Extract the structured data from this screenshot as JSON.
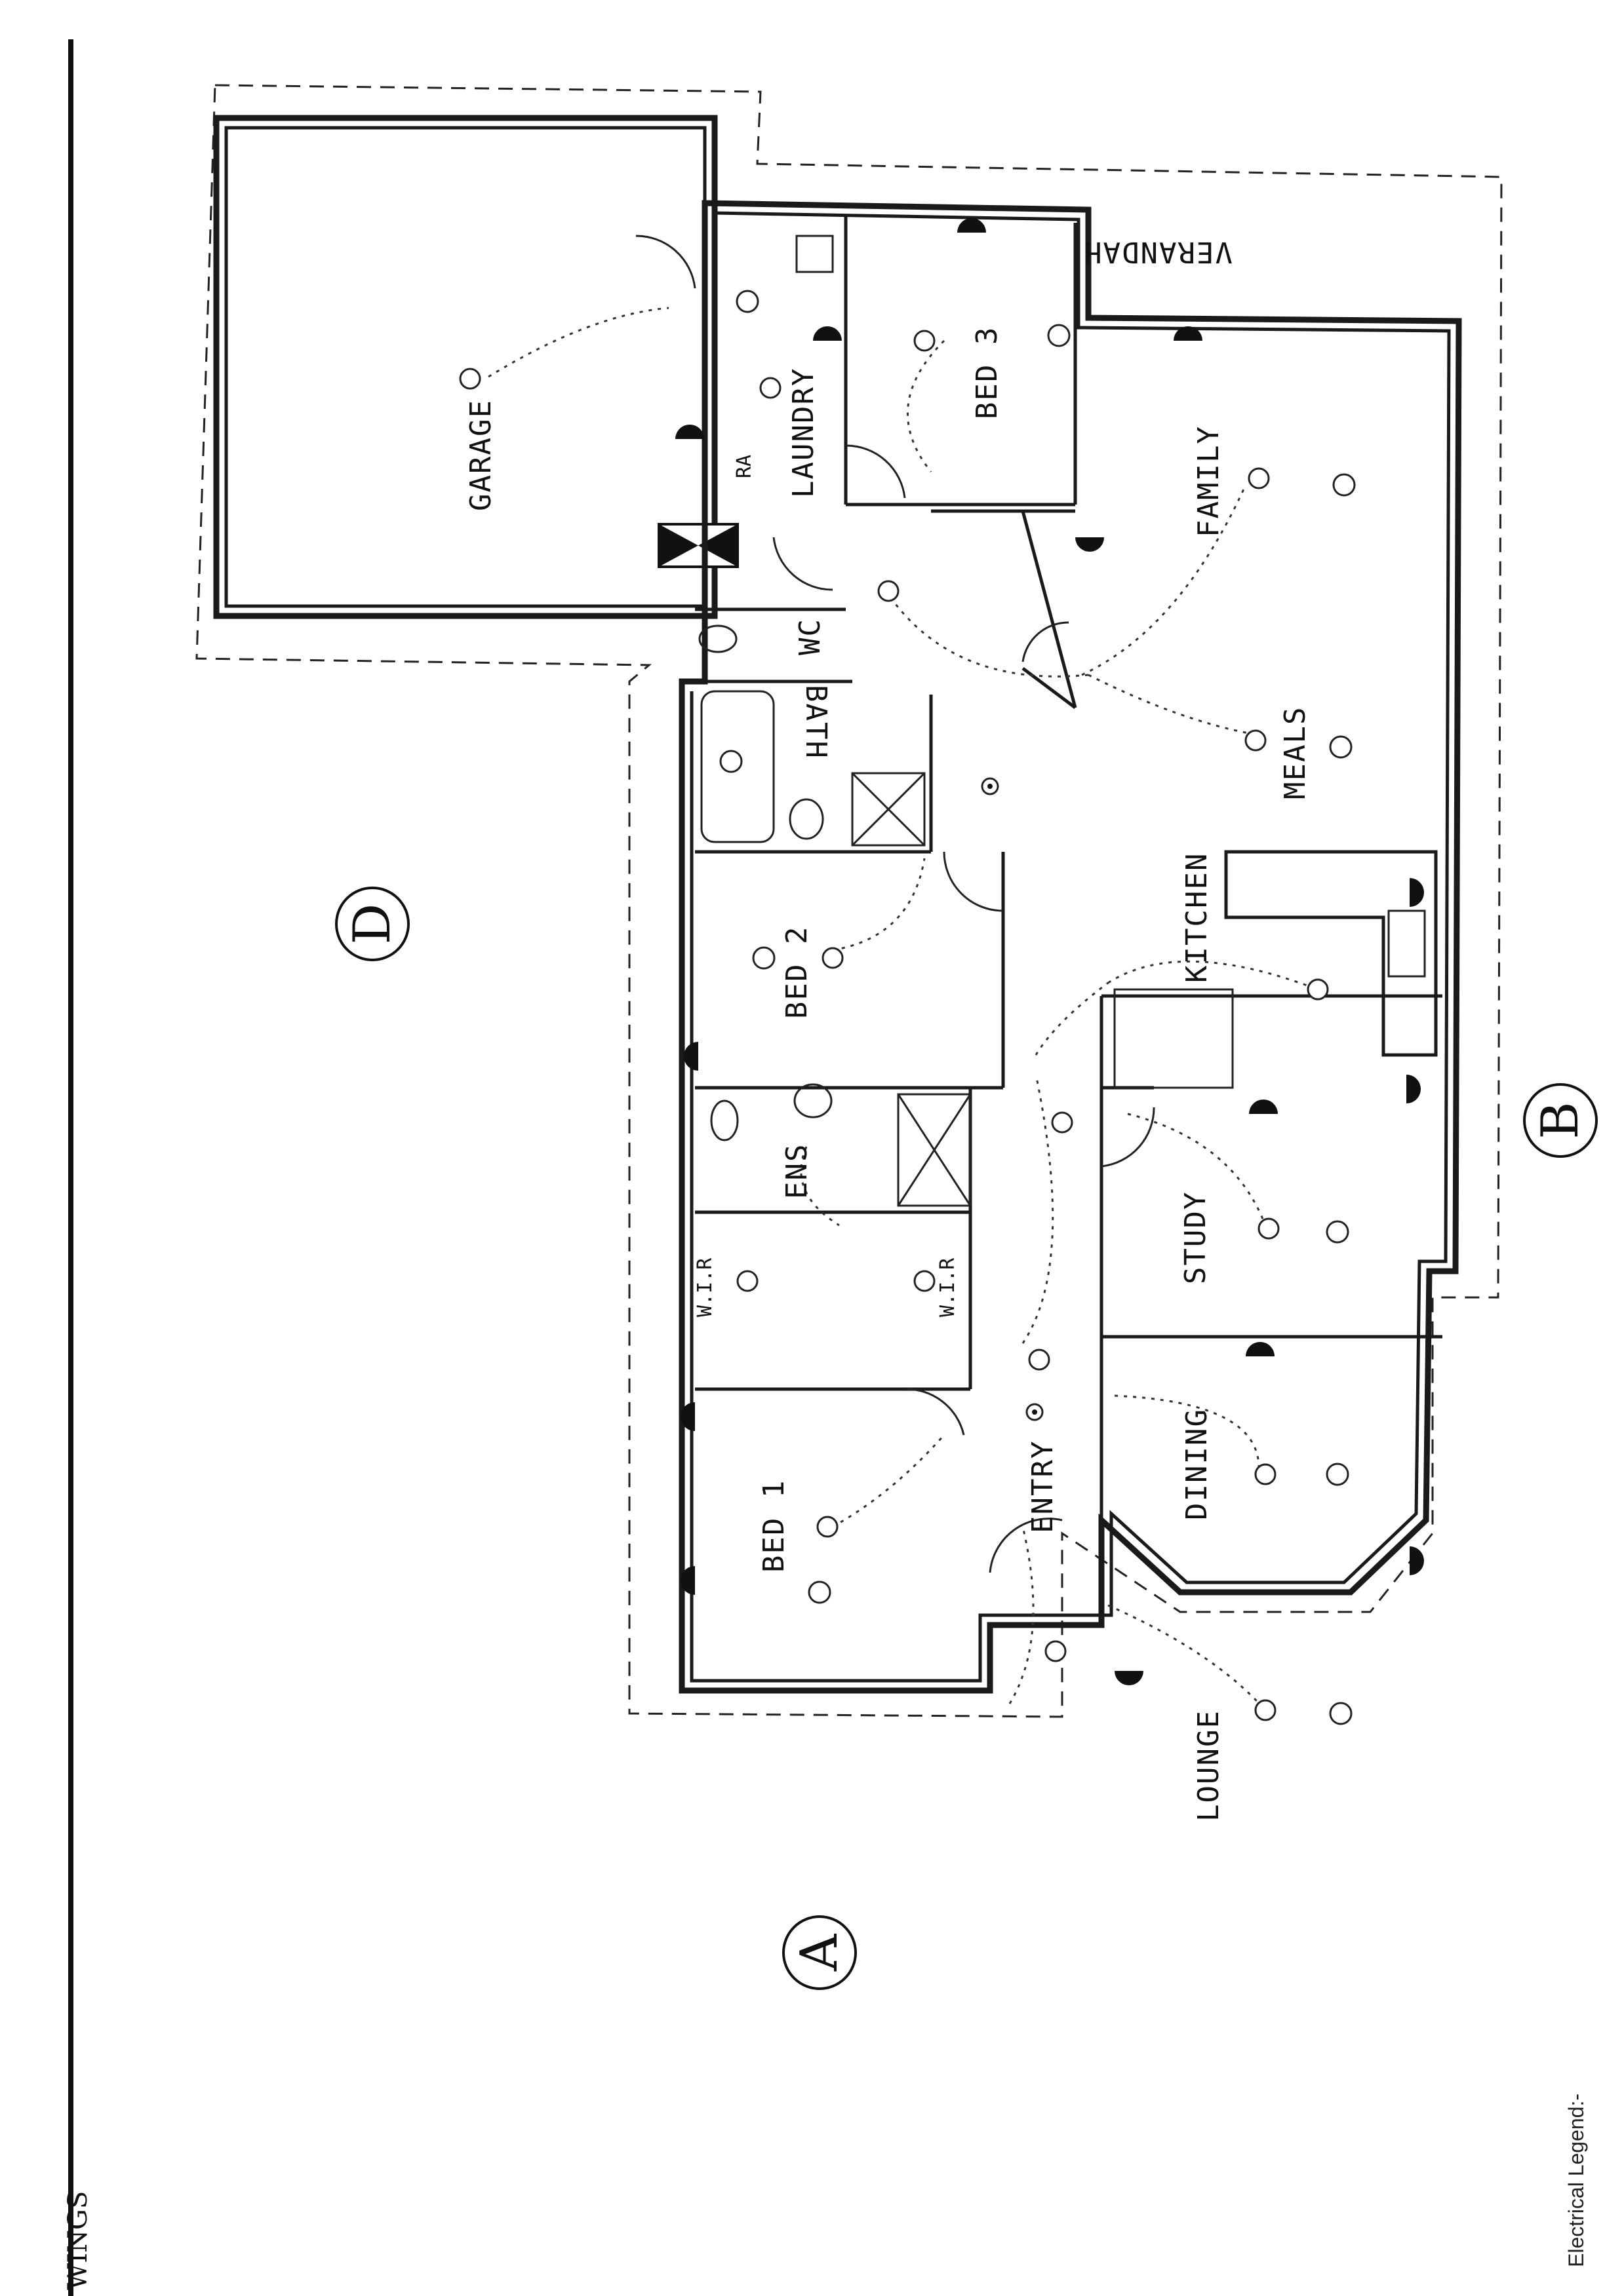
{
  "rooms": {
    "garage": "GARAGE",
    "laundry": "LAUNDRY",
    "bed3": "BED 3",
    "family": "FAMILY",
    "wc": "WC",
    "bath": "BATH",
    "meals": "MEALS",
    "bed2": "BED 2",
    "kitchen": "KITCHEN",
    "ens": "ENS",
    "wir1": "W.I.R",
    "wir2": "W.I.R",
    "study": "STUDY",
    "bed1": "BED 1",
    "entry": "ENTRY",
    "dining": "DINING",
    "lounge": "LOUNGE",
    "verandah": "VERANDAH",
    "ra": "RA"
  },
  "elevation_markers": {
    "a": "A",
    "b": "B",
    "d": "D"
  },
  "legend_title": "Electrical Legend:-",
  "edge_text": "WINGS"
}
